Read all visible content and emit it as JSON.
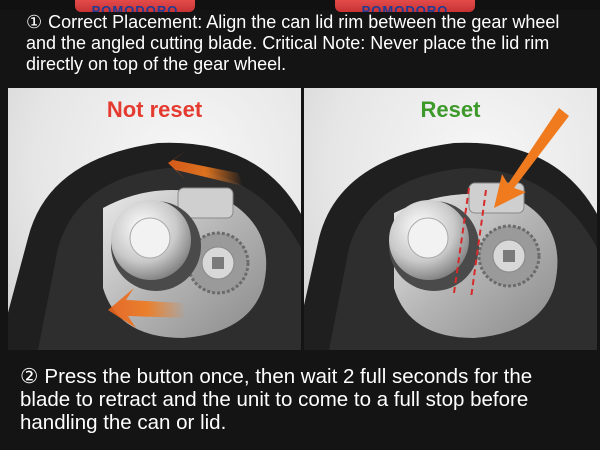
{
  "top_caption": {
    "number": "①",
    "text": "Correct Placement: Align the can lid rim between the gear wheel and the angled cutting blade. Critical Note: Never place the lid rim directly on top of the gear wheel."
  },
  "can_brand": "POMODORO",
  "panels": {
    "left": {
      "label": "Not reset"
    },
    "right": {
      "label": "Reset"
    }
  },
  "bottom_caption": {
    "number": "②",
    "text": "Press the button once, then wait 2 full seconds for the blade to retract and the unit to come to a full stop before handling the can or lid."
  },
  "colors": {
    "not_reset": "#e43a2f",
    "reset": "#3d9a2a",
    "arrow": "#f07a1e",
    "guide_line": "#d62b2b"
  }
}
